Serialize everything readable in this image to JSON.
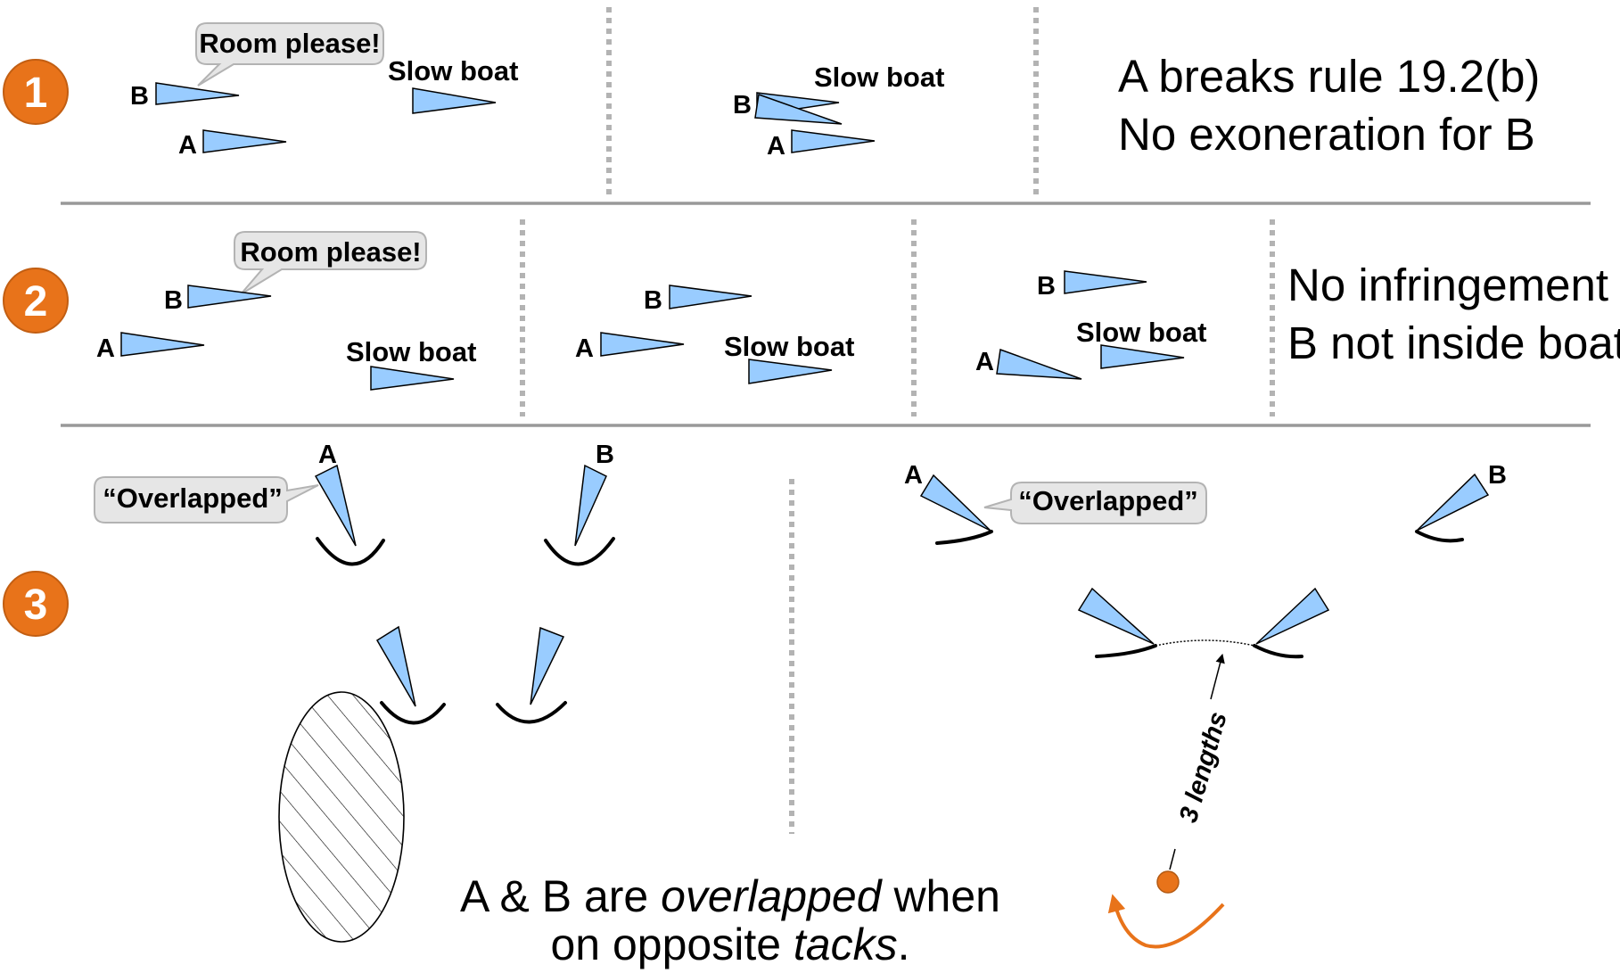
{
  "steps": [
    "1",
    "2",
    "3"
  ],
  "row1": {
    "bubble": "Room please!",
    "slow_boat_1": "Slow boat",
    "label_b_1": "B",
    "label_a_1": "A",
    "slow_boat_2": "Slow boat",
    "label_b_2": "B",
    "label_a_2": "A",
    "verdict_line1": "A breaks rule 19.2(b)",
    "verdict_line2": "No exoneration for B"
  },
  "row2": {
    "bubble": "Room please!",
    "label_b_1": "B",
    "label_a_1": "A",
    "slow_boat_1": "Slow boat",
    "label_b_2": "B",
    "label_a_2": "A",
    "slow_boat_2": "Slow boat",
    "label_b_3": "B",
    "label_a_3": "A",
    "slow_boat_3": "Slow boat",
    "verdict_line1": "No infringement -",
    "verdict_line2": "B not inside boat"
  },
  "row3": {
    "label_a_left": "A",
    "label_b_left": "B",
    "bubble_left": "“Overlapped”",
    "label_a_right": "A",
    "label_b_right": "B",
    "bubble_right": "“Overlapped”",
    "distance_label": "3 lengths",
    "caption_pre": "A & B are ",
    "caption_em1": "overlapped",
    "caption_mid": " when",
    "caption_line2_pre": "on opposite ",
    "caption_em2": "tacks",
    "caption_end": "."
  },
  "colors": {
    "step_circle": "#e8731a",
    "boat_fill": "#99ccff",
    "separator": "#b3b3b3",
    "bubble_fill": "#e6e6e6",
    "mark": "#e8731a"
  }
}
